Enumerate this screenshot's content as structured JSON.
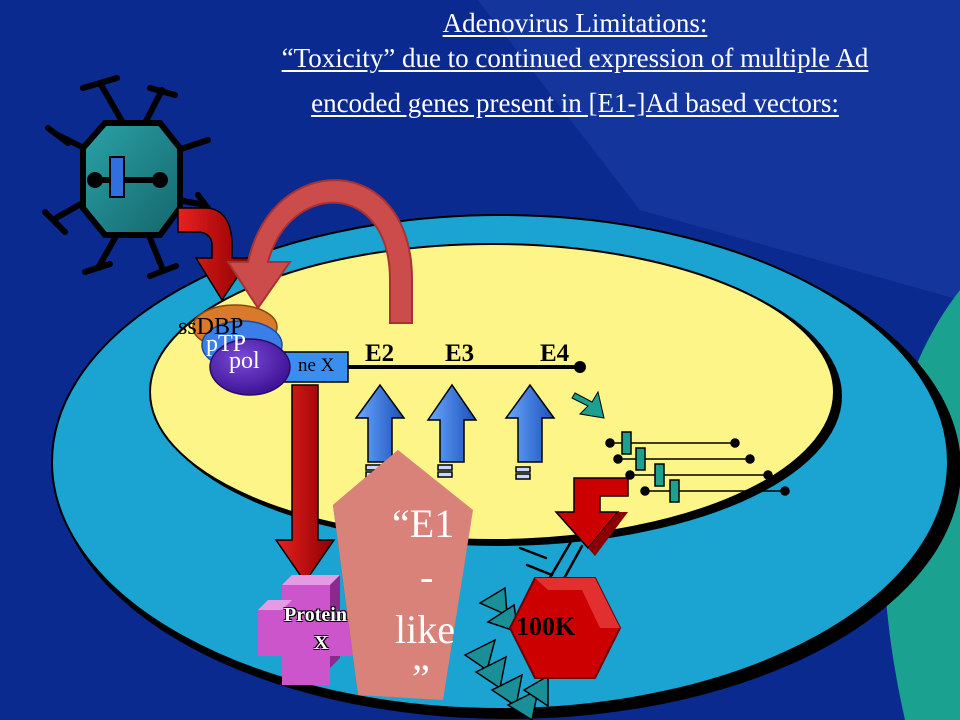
{
  "slide": {
    "title": "Adenovirus Limitations:",
    "subtitle_line1": "“Toxicity” due to continued expression of multiple Ad",
    "subtitle_line2": "encoded genes present in [E1-]Ad based vectors:"
  },
  "genes": {
    "e2": "E2",
    "e3": "E3",
    "e4": "E4",
    "gene_x": "ne X"
  },
  "proteins": {
    "ssdbp": "ssDBP",
    "ptp": "pTP",
    "pol": "pol",
    "protein_x_line1": "Protein",
    "protein_x_line2": "X",
    "e1_like_line1": "“E1",
    "e1_like_line2": "-",
    "e1_like_line3": "like",
    "e1_like_line4": "”",
    "k100": "100K"
  },
  "colors": {
    "background": "#0b2a8f",
    "cell": "#1ba3d2",
    "nucleus": "#fdf588",
    "virion": "#1f8f94",
    "arrow_red": "#d21414",
    "arrow_blue": "#2f7fe0",
    "e1_like": "#d9827a",
    "protein_x": "#cc55cc",
    "k100": "#cc0000",
    "pol": "#5522bb",
    "ptp": "#3b7ee8",
    "ssdbp": "#d87a2a"
  }
}
